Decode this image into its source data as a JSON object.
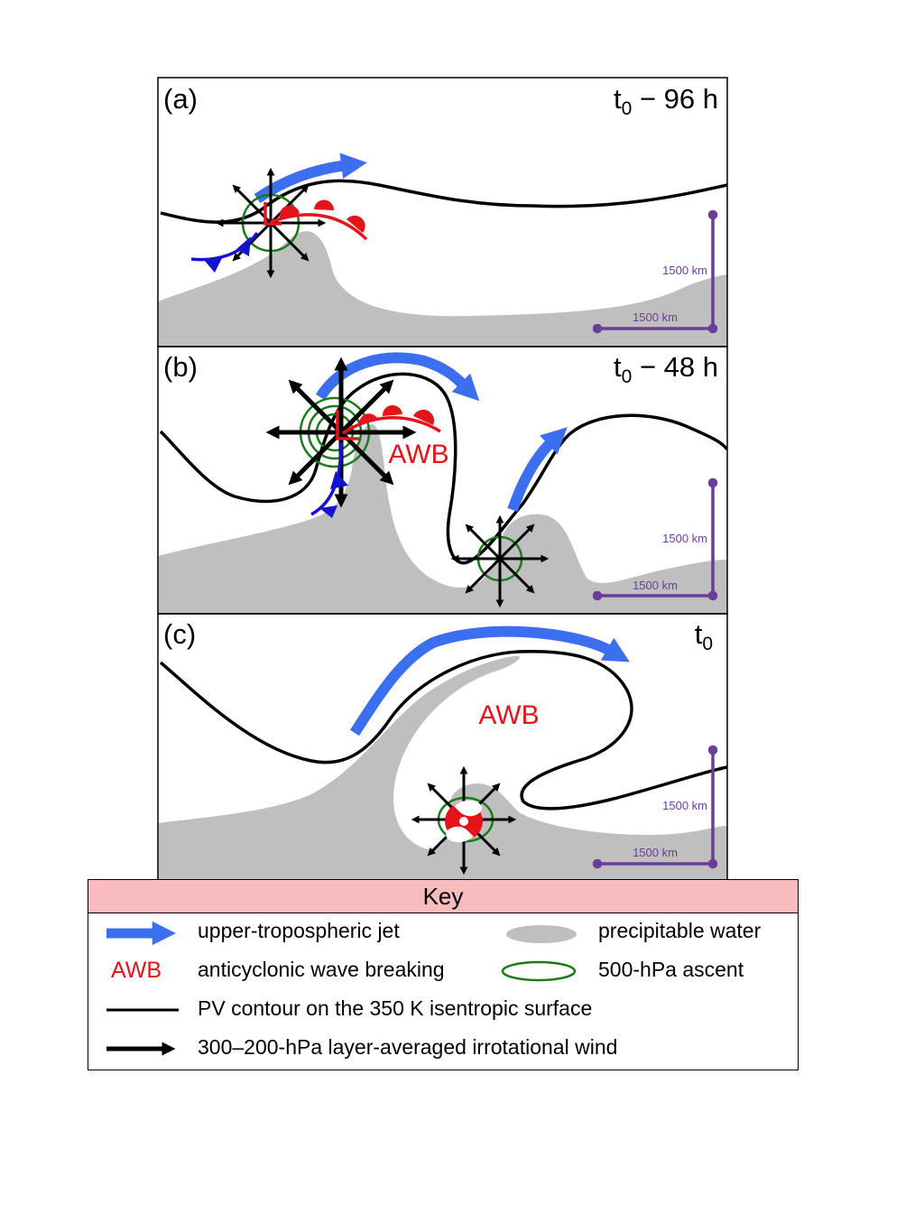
{
  "panels": [
    {
      "letter": "(a)",
      "time_base": "t",
      "time_sub": "0",
      "time_rest": " − 96 h",
      "scale_vertical": "1500 km",
      "scale_horizontal": "1500 km",
      "awb_label": ""
    },
    {
      "letter": "(b)",
      "time_base": "t",
      "time_sub": "0",
      "time_rest": " − 48 h",
      "scale_vertical": "1500 km",
      "scale_horizontal": "1500 km",
      "awb_label": "AWB"
    },
    {
      "letter": "(c)",
      "time_base": "t",
      "time_sub": "0",
      "time_rest": "",
      "scale_vertical": "1500 km",
      "scale_horizontal": "1500 km",
      "awb_label": "AWB"
    }
  ],
  "key": {
    "title": "Key",
    "jet": "upper-tropospheric jet",
    "pw": "precipitable water",
    "awb_symbol": "AWB",
    "awb": "anticyclonic wave breaking",
    "ascent": "500-hPa ascent",
    "pv": "PV contour on the 350 K isentropic surface",
    "wind": "300–200-hPa layer-averaged irrotational wind"
  },
  "colors": {
    "jet": "#3c6ff0",
    "pw": "#bfbfbf",
    "pv": "#000000",
    "ascent": "#1a7a1a",
    "warm_front": "#e5141b",
    "cold_front": "#1414d0",
    "scale_bar": "#6a3d9a",
    "awb": "#e5141b",
    "key_header": "#f8bcbe"
  }
}
